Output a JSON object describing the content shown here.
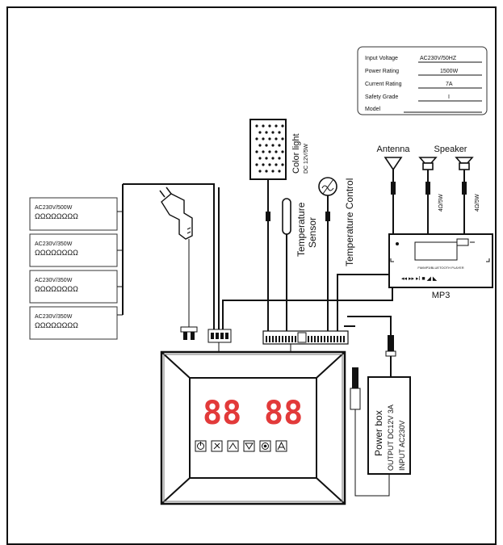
{
  "rating_plate": {
    "rows": [
      {
        "label": "Input Voltage",
        "value": "AC230V/50HZ"
      },
      {
        "label": "Power Rating",
        "value": "1500W"
      },
      {
        "label": "Current Rating",
        "value": "7A"
      },
      {
        "label": "Safety Grade",
        "value": "I"
      },
      {
        "label": "Model",
        "value": ""
      }
    ]
  },
  "heaters": [
    {
      "rating": "AC230V/500W"
    },
    {
      "rating": "AC230V/350W"
    },
    {
      "rating": "AC230V/350W"
    },
    {
      "rating": "AC230V/350W"
    }
  ],
  "labels": {
    "color_light": "Color light",
    "color_light_spec": "DC 12V/5W",
    "temperature_sensor_1": "Temperature",
    "temperature_sensor_2": "Sensor",
    "temperature_control": "Temperature Control",
    "antenna": "Antenna",
    "speaker": "Speaker",
    "speaker_spec_1": "4Ω/5W",
    "speaker_spec_2": "4Ω/5W",
    "mp3": "MP3",
    "mp3_panel_text": "FM/MP3/BLUETOOTH PLAYER",
    "power_box_title": "Power box",
    "power_box_output": "OUTPUT  DC12V  3A",
    "power_box_input": "INPUT  AC230V"
  },
  "display": {
    "digits_left": "88",
    "digits_right": "88",
    "digit_color": "#e23a3a"
  },
  "control_buttons": [
    "power-icon",
    "light-icon",
    "up-icon",
    "down-icon",
    "music-icon",
    "fan-icon"
  ]
}
